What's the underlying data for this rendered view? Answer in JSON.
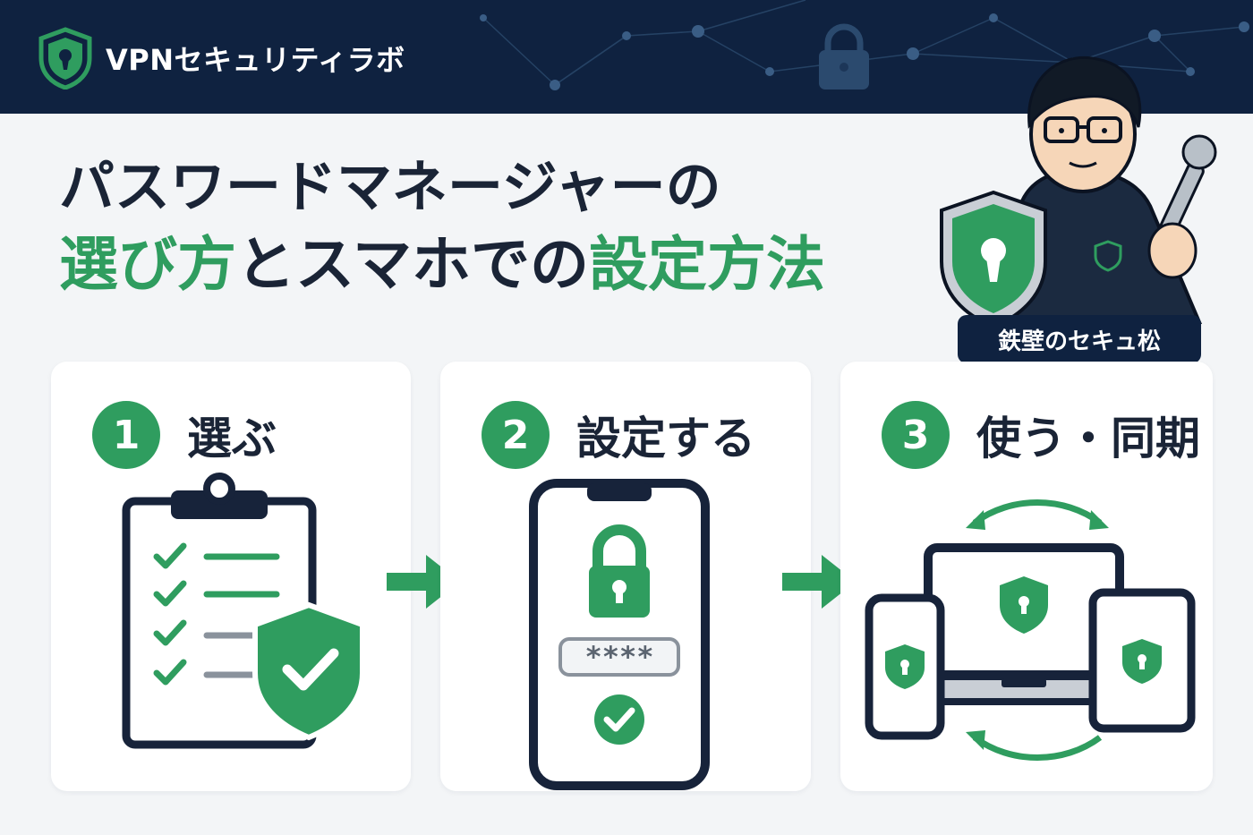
{
  "header": {
    "brand_name": "VPNセキュリティラボ",
    "logo_icon": "shield-keyhole-icon",
    "bg_icon": "lock-icon"
  },
  "title": {
    "line1": "パスワードマネージャーの",
    "line2_part1": "選び方",
    "line2_part2": "とスマホでの",
    "line2_part3": "設定方法"
  },
  "mascot": {
    "name": "鉄壁のセキュ松",
    "icon": "character-with-shield-and-key"
  },
  "steps": [
    {
      "number": "1",
      "label": "選ぶ",
      "icon": "clipboard-checklist-shield-icon"
    },
    {
      "number": "2",
      "label": "設定する",
      "icon": "smartphone-lock-password-icon",
      "password_mask": "****"
    },
    {
      "number": "3",
      "label": "使う・同期",
      "icon": "devices-sync-icon"
    }
  ],
  "colors": {
    "navy": "#0f2240",
    "green": "#2f9d5f",
    "background": "#f3f5f7"
  }
}
